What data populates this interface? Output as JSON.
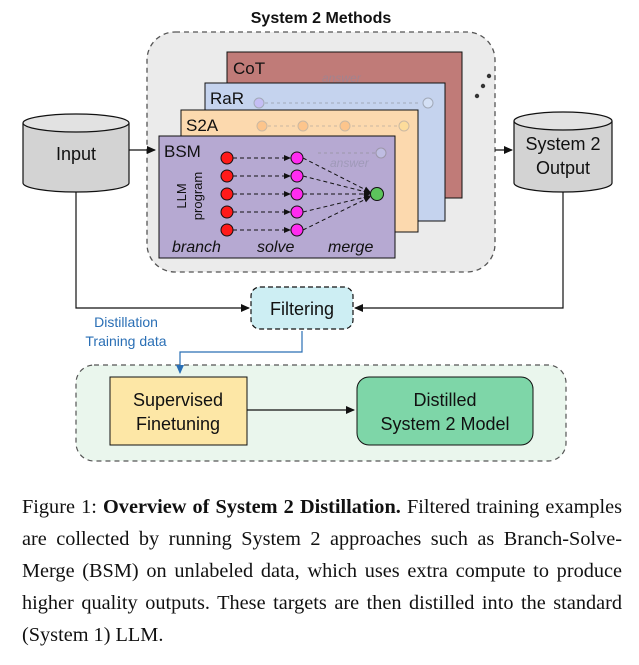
{
  "diagram": {
    "title": "System 2 Methods",
    "input_label": "Input",
    "output_label_line1": "System 2",
    "output_label_line2": "Output",
    "methods": [
      "CoT",
      "RaR",
      "S2A",
      "BSM"
    ],
    "bsm": {
      "llm_program_line1": "LLM",
      "llm_program_line2": "program",
      "branch_label": "branch",
      "solve_label": "solve",
      "merge_label": "merge"
    },
    "faded_answer_text": "answer",
    "filtering_label": "Filtering",
    "distillation_line1": "Distillation",
    "distillation_line2": "Training data",
    "supervised_line1": "Supervised",
    "supervised_line2": "Finetuning",
    "distilled_line1": "Distilled",
    "distilled_line2": "System 2 Model",
    "colors": {
      "cot": "#c07b78",
      "rar": "#c5d3ee",
      "s2a": "#fcd9ae",
      "bsm": "#b6a9d2",
      "filtering": "#cdeef3",
      "supervised": "#fde7a6",
      "distilled": "#7ed6a8",
      "bottom_panel": "#eaf6ed"
    }
  },
  "caption": {
    "figure_label": "Figure 1:",
    "bold_title": "Overview of System 2 Distillation.",
    "body": "Filtered training examples are collected by running System 2 approaches such as Branch-Solve-Merge (BSM) on unlabeled data, which uses extra compute to produce higher quality outputs. These targets are then distilled into the standard (System 1) LLM."
  }
}
